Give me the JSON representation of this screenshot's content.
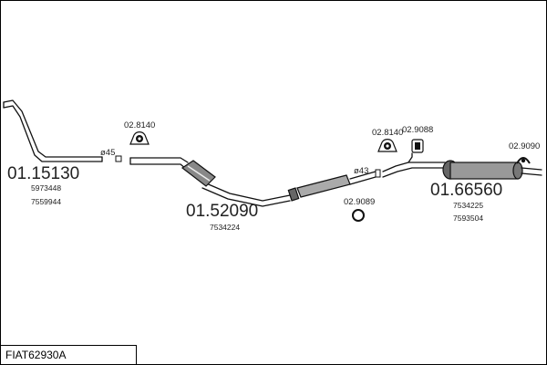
{
  "reference": "FIAT62930A",
  "parts": [
    {
      "number": "01.15130",
      "refs": [
        "5973448",
        "7559944"
      ]
    },
    {
      "number": "01.52090",
      "refs": [
        "7534224"
      ]
    },
    {
      "number": "01.66560",
      "refs": [
        "7534225",
        "7593504"
      ]
    }
  ],
  "accessories": [
    {
      "number": "02.8140",
      "icon": "exhaust-mount-icon"
    },
    {
      "number": "02.8140",
      "icon": "exhaust-mount-icon"
    },
    {
      "number": "02.9088",
      "icon": "rubber-hanger-icon"
    },
    {
      "number": "02.9089",
      "icon": "exhaust-ring-icon"
    },
    {
      "number": "02.9090",
      "icon": "rubber-hanger-icon"
    }
  ],
  "clamps": [
    {
      "label": "ø45"
    },
    {
      "label": "ø43"
    }
  ]
}
